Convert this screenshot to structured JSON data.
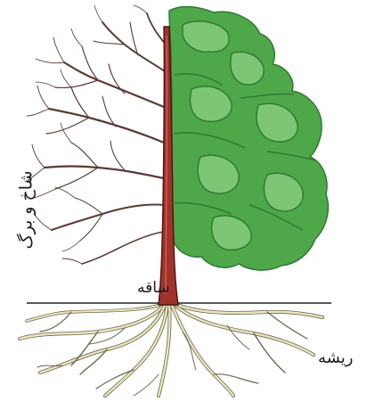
{
  "labels": {
    "leaves": "شاخ و برگ",
    "stem": "ساقه",
    "root": "ریشه"
  },
  "colors": {
    "trunk": "#a0322c",
    "trunk_edge": "#4a1210",
    "branch": "#5a3a36",
    "foliage": "#4ea84a",
    "foliage_light": "#7cc674",
    "foliage_dark": "#2f7a30",
    "root": "#e8e2b8",
    "root_edge": "#6b6650",
    "ground": "#222222"
  }
}
